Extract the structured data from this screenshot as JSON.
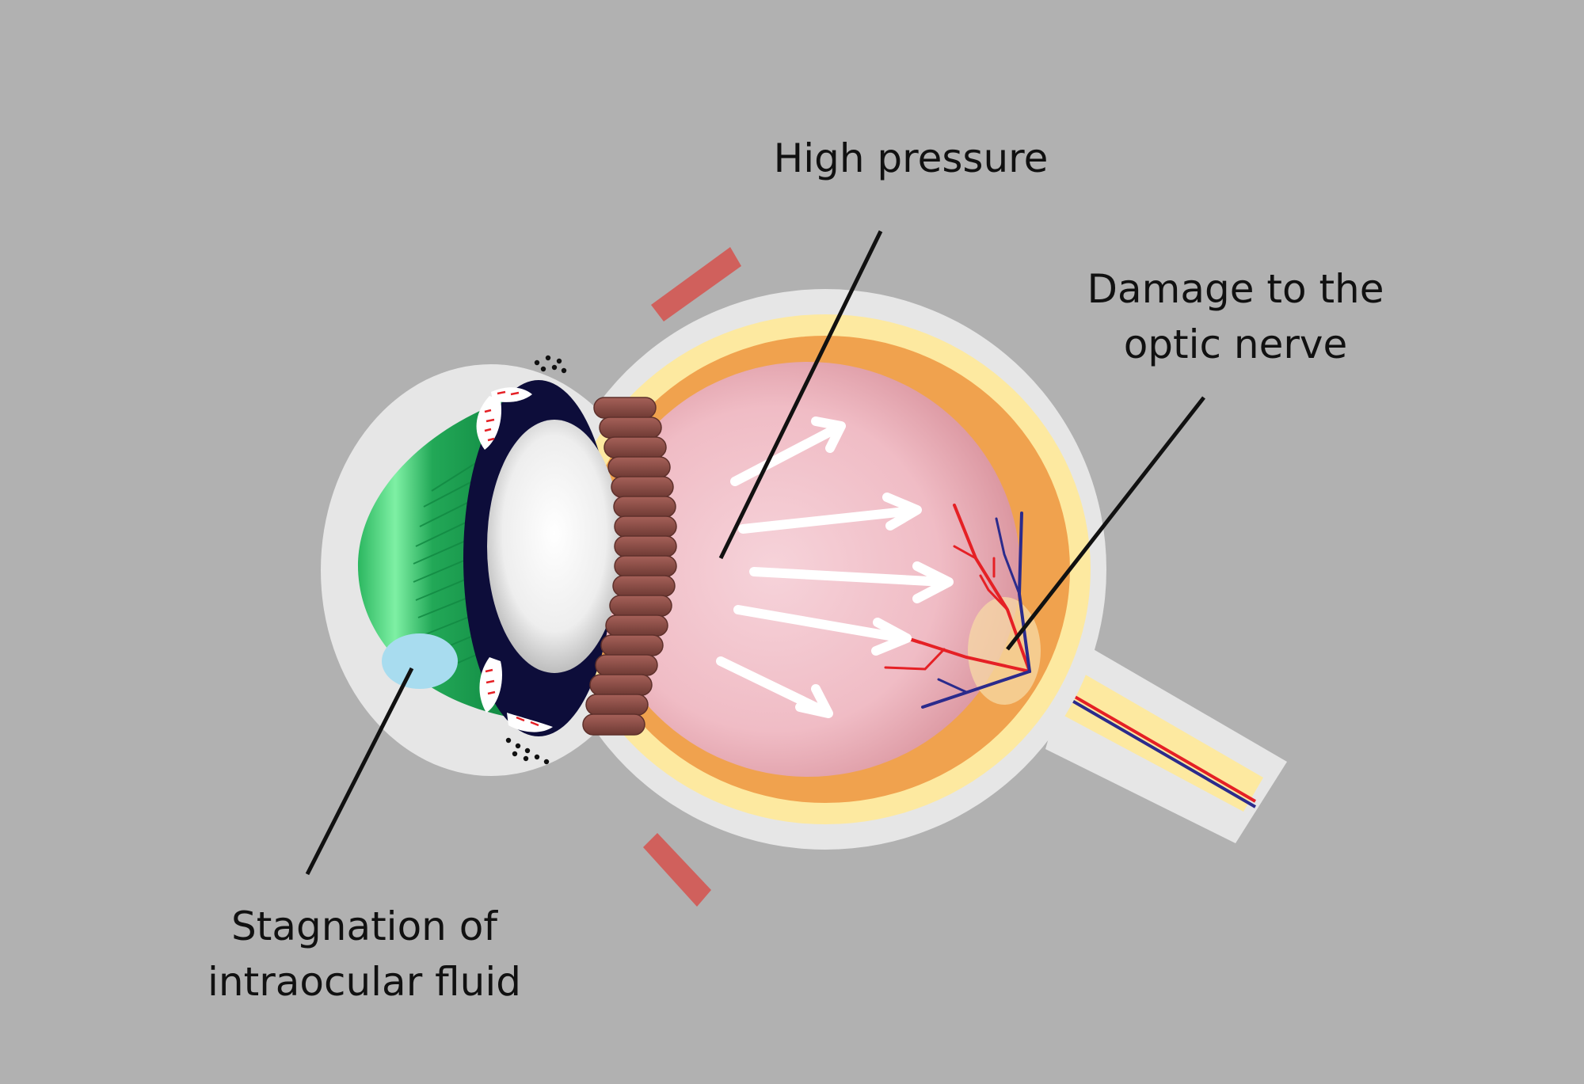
{
  "labels": {
    "high_pressure": "High pressure",
    "optic_damage_line1": "Damage to the",
    "optic_damage_line2": "optic nerve",
    "stagnation_line1": "Stagnation of",
    "stagnation_line2": "intraocular fluid"
  },
  "colors": {
    "background": "#b1b1b1",
    "sclera": "#e6e6e6",
    "yellow_layer": "#fde9a0",
    "choroid": "#f0a24e",
    "vitreous": "#f2bcc6",
    "iris": "#0d0d3a",
    "lens": "#f2f2f2",
    "ciliary": "#8a4a42",
    "cornea": "#19a152",
    "fluid": "#a8dcef",
    "muscle": "#d0605c",
    "artery": "#e52025",
    "vein": "#2b2b8c",
    "arrow": "#ffffff",
    "leader": "#111111"
  }
}
